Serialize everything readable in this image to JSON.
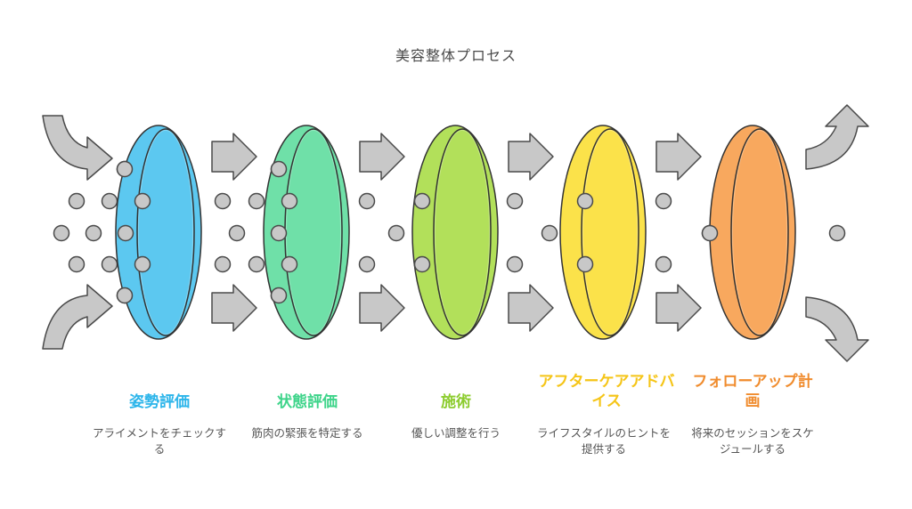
{
  "title": "美容整体プロセス",
  "stages": [
    {
      "heading": "姿勢評価",
      "description": "アライメントをチェックする",
      "color": "#2cb5ea",
      "fill": "#5cc8f0"
    },
    {
      "heading": "状態評価",
      "description": "筋肉の緊張を特定する",
      "color": "#3ed48a",
      "fill": "#6fe0a8"
    },
    {
      "heading": "施術",
      "description": "優しい調整を行う",
      "color": "#8ccc2e",
      "fill": "#b2e05a"
    },
    {
      "heading": "アフターケアアドバイス",
      "description": "ライフスタイルのヒントを提供する",
      "color": "#f5c518",
      "fill": "#fbe24a"
    },
    {
      "heading": "フォローアップ計画",
      "description": "将来のセッションをスケジュールする",
      "color": "#f08c2e",
      "fill": "#f8a85e"
    }
  ]
}
